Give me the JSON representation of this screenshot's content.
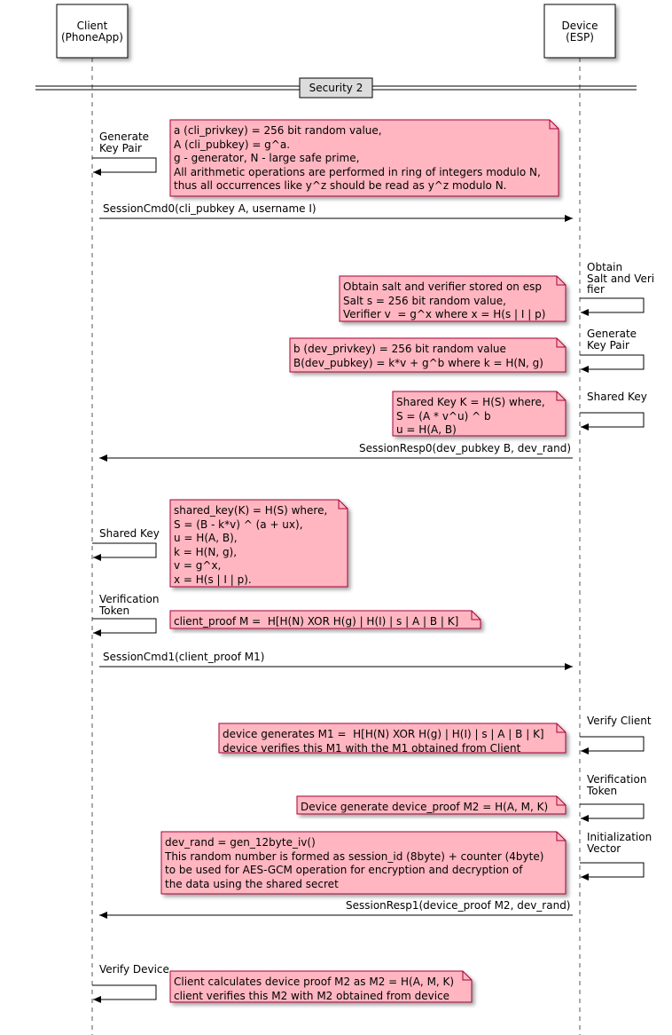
{
  "participants": {
    "client": {
      "name": "Client",
      "sub": "(PhoneApp)"
    },
    "device": {
      "name": "Device",
      "sub": "(ESP)"
    }
  },
  "section": {
    "label": "Security 2"
  },
  "colors": {
    "note_fill": "#ffb6c1",
    "note_stroke": "#a80036",
    "box_fill": "#dcdcdc",
    "lifeline": "#555555"
  },
  "self_labels": {
    "client_generate_key_pair": [
      "Generate",
      "Key Pair"
    ],
    "device_obtain_salt": [
      "Obtain",
      "Salt and Veri",
      "fier"
    ],
    "device_generate_key_pair": [
      "Generate",
      "Key Pair"
    ],
    "device_shared_key": [
      "Shared Key"
    ],
    "client_shared_key": [
      "Shared Key"
    ],
    "client_verification_token": [
      "Verification",
      "Token"
    ],
    "device_verify_client": [
      "Verify Client"
    ],
    "device_verification_token": [
      "Verification",
      "Token"
    ],
    "device_init_vector": [
      "Initialization",
      "Vector"
    ],
    "client_verify_device": [
      "Verify Device"
    ]
  },
  "messages": {
    "session_cmd0": "SessionCmd0(cli_pubkey A, username I)",
    "session_resp0": "SessionResp0(dev_pubkey B, dev_rand)",
    "session_cmd1": "SessionCmd1(client_proof M1)",
    "session_resp1": "SessionResp1(device_proof M2, dev_rand)"
  },
  "notes": {
    "client_keypair": [
      "a (cli_privkey) = 256 bit random value,",
      "A (cli_pubkey) = g^a.",
      "g - generator, N - large safe prime,",
      "All arithmetic operations are performed in ring of integers modulo N,",
      "thus all occurrences like y^z should be read as y^z modulo N."
    ],
    "device_salt": [
      "Obtain salt and verifier stored on esp",
      "Salt s = 256 bit random value,",
      "Verifier v  = g^x where x = H(s | I | p)"
    ],
    "device_keypair": [
      "b (dev_privkey) = 256 bit random value",
      "B(dev_pubkey) = k*v + g^b where k = H(N, g)"
    ],
    "device_shared_key": [
      "Shared Key K = H(S) where,",
      "S = (A * v^u) ^ b",
      "u = H(A, B)"
    ],
    "client_shared_key": [
      "shared_key(K) = H(S) where,",
      "S = (B - k*v) ^ (a + ux),",
      "u = H(A, B),",
      "k = H(N, g),",
      "v = g^x,",
      "x = H(s | I | p)."
    ],
    "client_proof": [
      "client_proof M =  H[H(N) XOR H(g) | H(I) | s | A | B | K]"
    ],
    "device_verify": [
      "device generates M1 =  H[H(N) XOR H(g) | H(I) | s | A | B | K]",
      "device verifies this M1 with the M1 obtained from Client"
    ],
    "device_proof": [
      "Device generate device_proof M2 = H(A, M, K)"
    ],
    "dev_rand": [
      "dev_rand = gen_12byte_iv()",
      "This random number is formed as session_id (8byte) + counter (4byte)",
      "to be used for AES-GCM operation for encryption and decryption of",
      "the data using the shared secret"
    ],
    "client_verify": [
      "Client calculates device proof M2 as M2 = H(A, M, K)",
      "client verifies this M2 with M2 obtained from device"
    ]
  }
}
